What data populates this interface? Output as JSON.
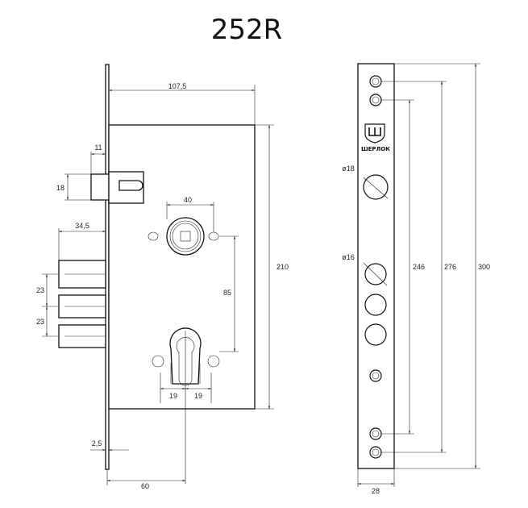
{
  "title": "252R",
  "brand": "ШЕРЛОК",
  "brand_icon": "sherlock-logo-icon",
  "dimensions": {
    "backset_width": "107,5",
    "latch_offset": "11",
    "latch_height": "18",
    "spindle_width": "40",
    "bolt_projection": "34,5",
    "bolt_pitch_1": "23",
    "bolt_pitch_2": "23",
    "center_distance": "85",
    "body_height": "210",
    "cylinder_left": "19",
    "cylinder_right": "19",
    "faceplate_thickness": "2,5",
    "backset": "60",
    "hole_diameter_large": "ø18",
    "hole_diameter_small": "ø16",
    "screw_spacing_inner": "246",
    "screw_spacing_outer": "276",
    "faceplate_length": "300",
    "faceplate_width": "28"
  }
}
